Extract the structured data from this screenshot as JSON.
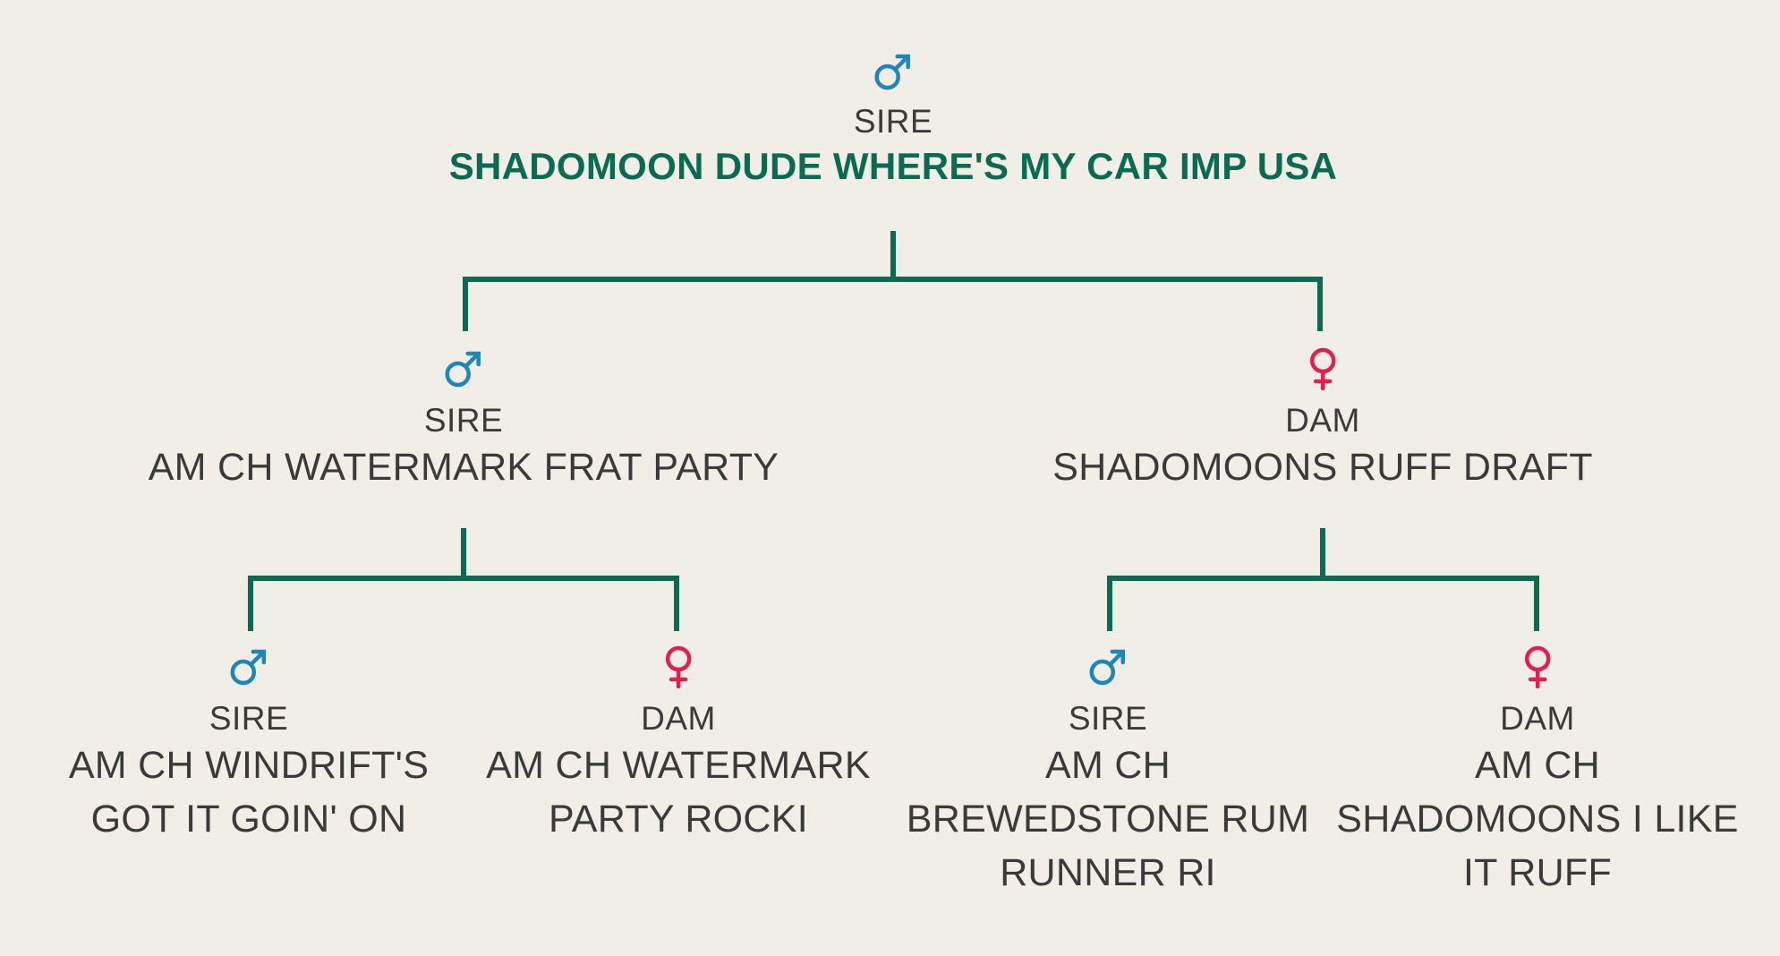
{
  "colors": {
    "background": "#f1eee8",
    "line": "#0b6b52",
    "male": "#1f86b8",
    "female": "#e0204f",
    "root_name": "#0b6b52",
    "text": "#3a3a3a"
  },
  "root": {
    "sex_icon": "male-icon",
    "role": "SIRE",
    "name": "SHADOMOON DUDE WHERE'S MY CAR IMP USA"
  },
  "parents": [
    {
      "sex_icon": "male-icon",
      "role": "SIRE",
      "name": "AM CH WATERMARK FRAT PARTY",
      "parents": [
        {
          "sex_icon": "male-icon",
          "role": "SIRE",
          "name_lines": [
            "AM CH WINDRIFT'S",
            "GOT IT GOIN' ON"
          ]
        },
        {
          "sex_icon": "female-icon",
          "role": "DAM",
          "name_lines": [
            "AM CH WATERMARK",
            "PARTY ROCKI"
          ]
        }
      ]
    },
    {
      "sex_icon": "female-icon",
      "role": "DAM",
      "name": "SHADOMOONS RUFF DRAFT",
      "parents": [
        {
          "sex_icon": "male-icon",
          "role": "SIRE",
          "name_lines": [
            "AM CH",
            "BREWEDSTONE RUM",
            "RUNNER RI"
          ]
        },
        {
          "sex_icon": "female-icon",
          "role": "DAM",
          "name_lines": [
            "AM CH",
            "SHADOMOONS I LIKE",
            "IT RUFF"
          ]
        }
      ]
    }
  ]
}
